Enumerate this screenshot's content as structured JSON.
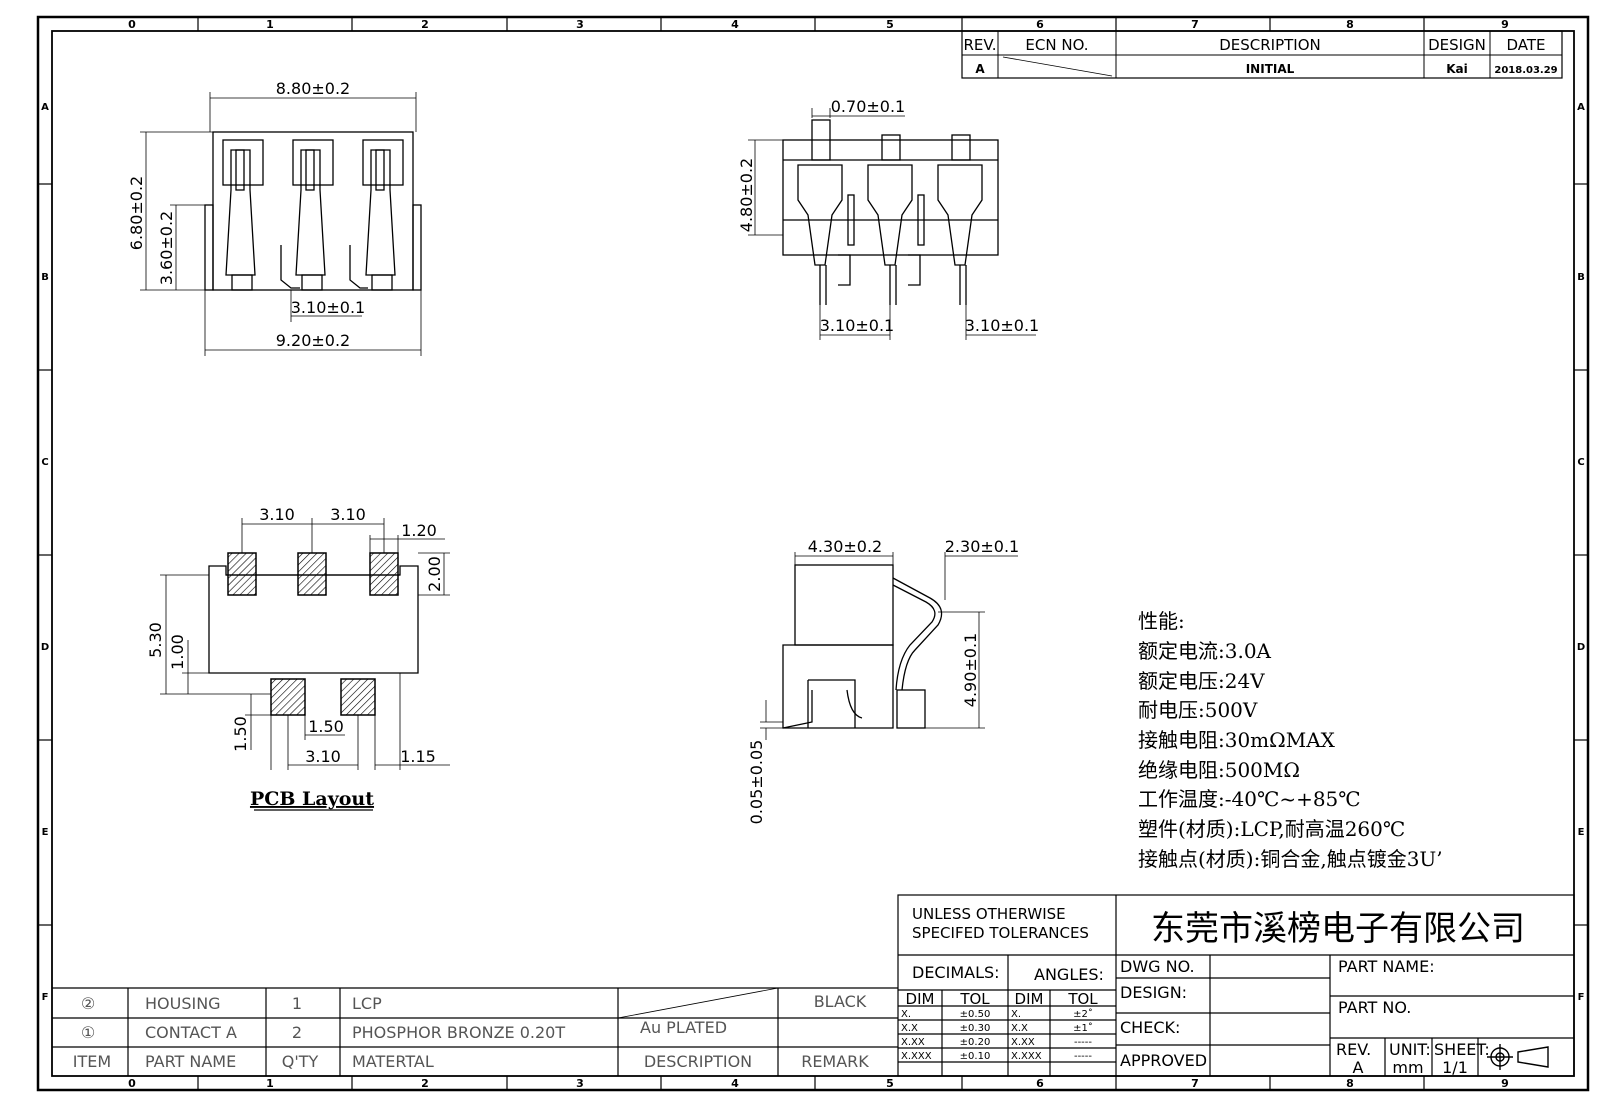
{
  "grid": {
    "cols": [
      "0",
      "1",
      "2",
      "3",
      "4",
      "5",
      "6",
      "7",
      "8",
      "9"
    ],
    "rows": [
      "A",
      "B",
      "C",
      "D",
      "E",
      "F"
    ]
  },
  "revision_block": {
    "headers": {
      "rev": "REV.",
      "ecn": "ECN NO.",
      "description": "DESCRIPTION",
      "design": "DESIGN",
      "date": "DATE"
    },
    "row": {
      "rev": "A",
      "description": "INITIAL",
      "design": "Kai",
      "date": "2018.03.29"
    }
  },
  "top_view": {
    "dims": [
      "8.80±0.2",
      "6.80±0.2",
      "3.60±0.2",
      "3.10±0.1",
      "9.20±0.2"
    ]
  },
  "front_view": {
    "dims": [
      "0.70±0.1",
      "4.80±0.2",
      "3.10±0.1",
      "3.10±0.1"
    ]
  },
  "pcb_layout": {
    "title": "PCB Layout",
    "dims": [
      "3.10",
      "3.10",
      "1.20",
      "2.00",
      "5.30",
      "1.00",
      "1.50",
      "1.50",
      "3.10",
      "1.15"
    ]
  },
  "side_view": {
    "dims": [
      "4.30±0.2",
      "2.30±0.1",
      "4.90±0.1",
      "0.05±0.05"
    ]
  },
  "specs": {
    "title": "性能:",
    "lines": [
      "额定电流:3.0A",
      "额定电压:24V",
      "耐电压:500V",
      "接触电阻:30mΩMAX",
      "绝缘电阻:500MΩ",
      "工作温度:-40℃~+85℃",
      "塑件(材质):LCP,耐高温260℃",
      "接触点(材质):铜合金,触点镀金3U’"
    ]
  },
  "bom": {
    "rows": [
      {
        "num": "②",
        "part": "HOUSING",
        "qty": "1",
        "material": "LCP",
        "description": "",
        "remark": "BLACK"
      },
      {
        "num": "①",
        "part": "CONTACT A",
        "qty": "2",
        "material": "PHOSPHOR BRONZE 0.20T",
        "description": "Au PLATED",
        "remark": ""
      }
    ],
    "headers": {
      "item": "ITEM",
      "part": "PART NAME",
      "qty": "Q'TY",
      "material": "MATERTAL",
      "description": "DESCRIPTION",
      "remark": "REMARK"
    }
  },
  "title_block": {
    "tolerance_note_1": "UNLESS OTHERWISE",
    "tolerance_note_2": "SPECIFED TOLERANCES",
    "company": "东莞市溪榜电子有限公司",
    "decimals": "DECIMALS:",
    "angles": "ANGLES:",
    "dim": "DIM",
    "tol": "TOL",
    "decimal_rows": [
      [
        "X.",
        "±0.50"
      ],
      [
        "X.X",
        "±0.30"
      ],
      [
        "X.XX",
        "±0.20"
      ],
      [
        "X.XXX",
        "±0.10"
      ]
    ],
    "angle_rows": [
      [
        "X.",
        "±2˚"
      ],
      [
        "X.X",
        "±1˚"
      ],
      [
        "X.XX",
        "-----"
      ],
      [
        "X.XXX",
        "-----"
      ]
    ],
    "dwg_no": "DWG NO.",
    "design": "DESIGN:",
    "check": "CHECK:",
    "approved": "APPROVED",
    "part_name": "PART NAME:",
    "part_no": "PART NO.",
    "rev_label": "REV.",
    "rev_value": "A",
    "unit_label": "UNIT:",
    "unit_value": "mm",
    "sheet_label": "SHEET:",
    "sheet_value": "1/1"
  }
}
